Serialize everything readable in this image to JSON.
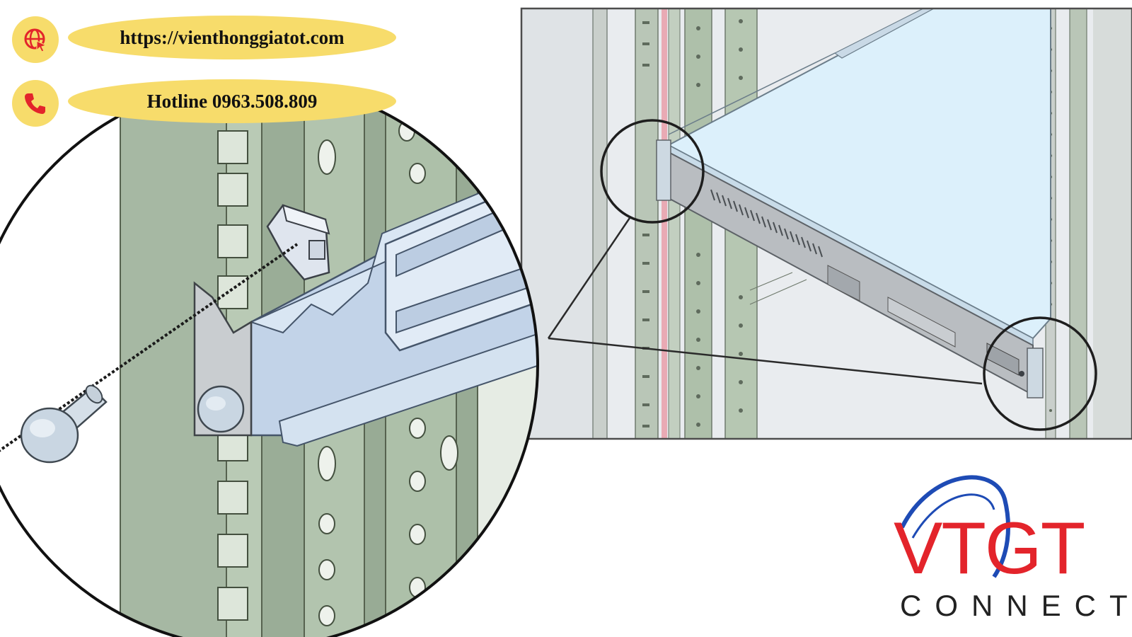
{
  "header": {
    "website": "https://vienthonggiatot.com",
    "hotline": "Hotline 0963.508.809",
    "website_icon": "globe-cursor-icon",
    "hotline_icon": "phone-icon"
  },
  "logo": {
    "wordmark": "VTGT",
    "tagline": "CONNECT",
    "brand_red": "#e3242b",
    "brand_blue": "#1e4bb5",
    "tagline_color": "#222222"
  },
  "colors": {
    "pill_yellow": "#f7dc6b",
    "icon_red": "#e3242b",
    "rack_green": "#a6b8a3",
    "rail_blue": "#bcd0e6",
    "server_top": "#dcf0fb"
  }
}
